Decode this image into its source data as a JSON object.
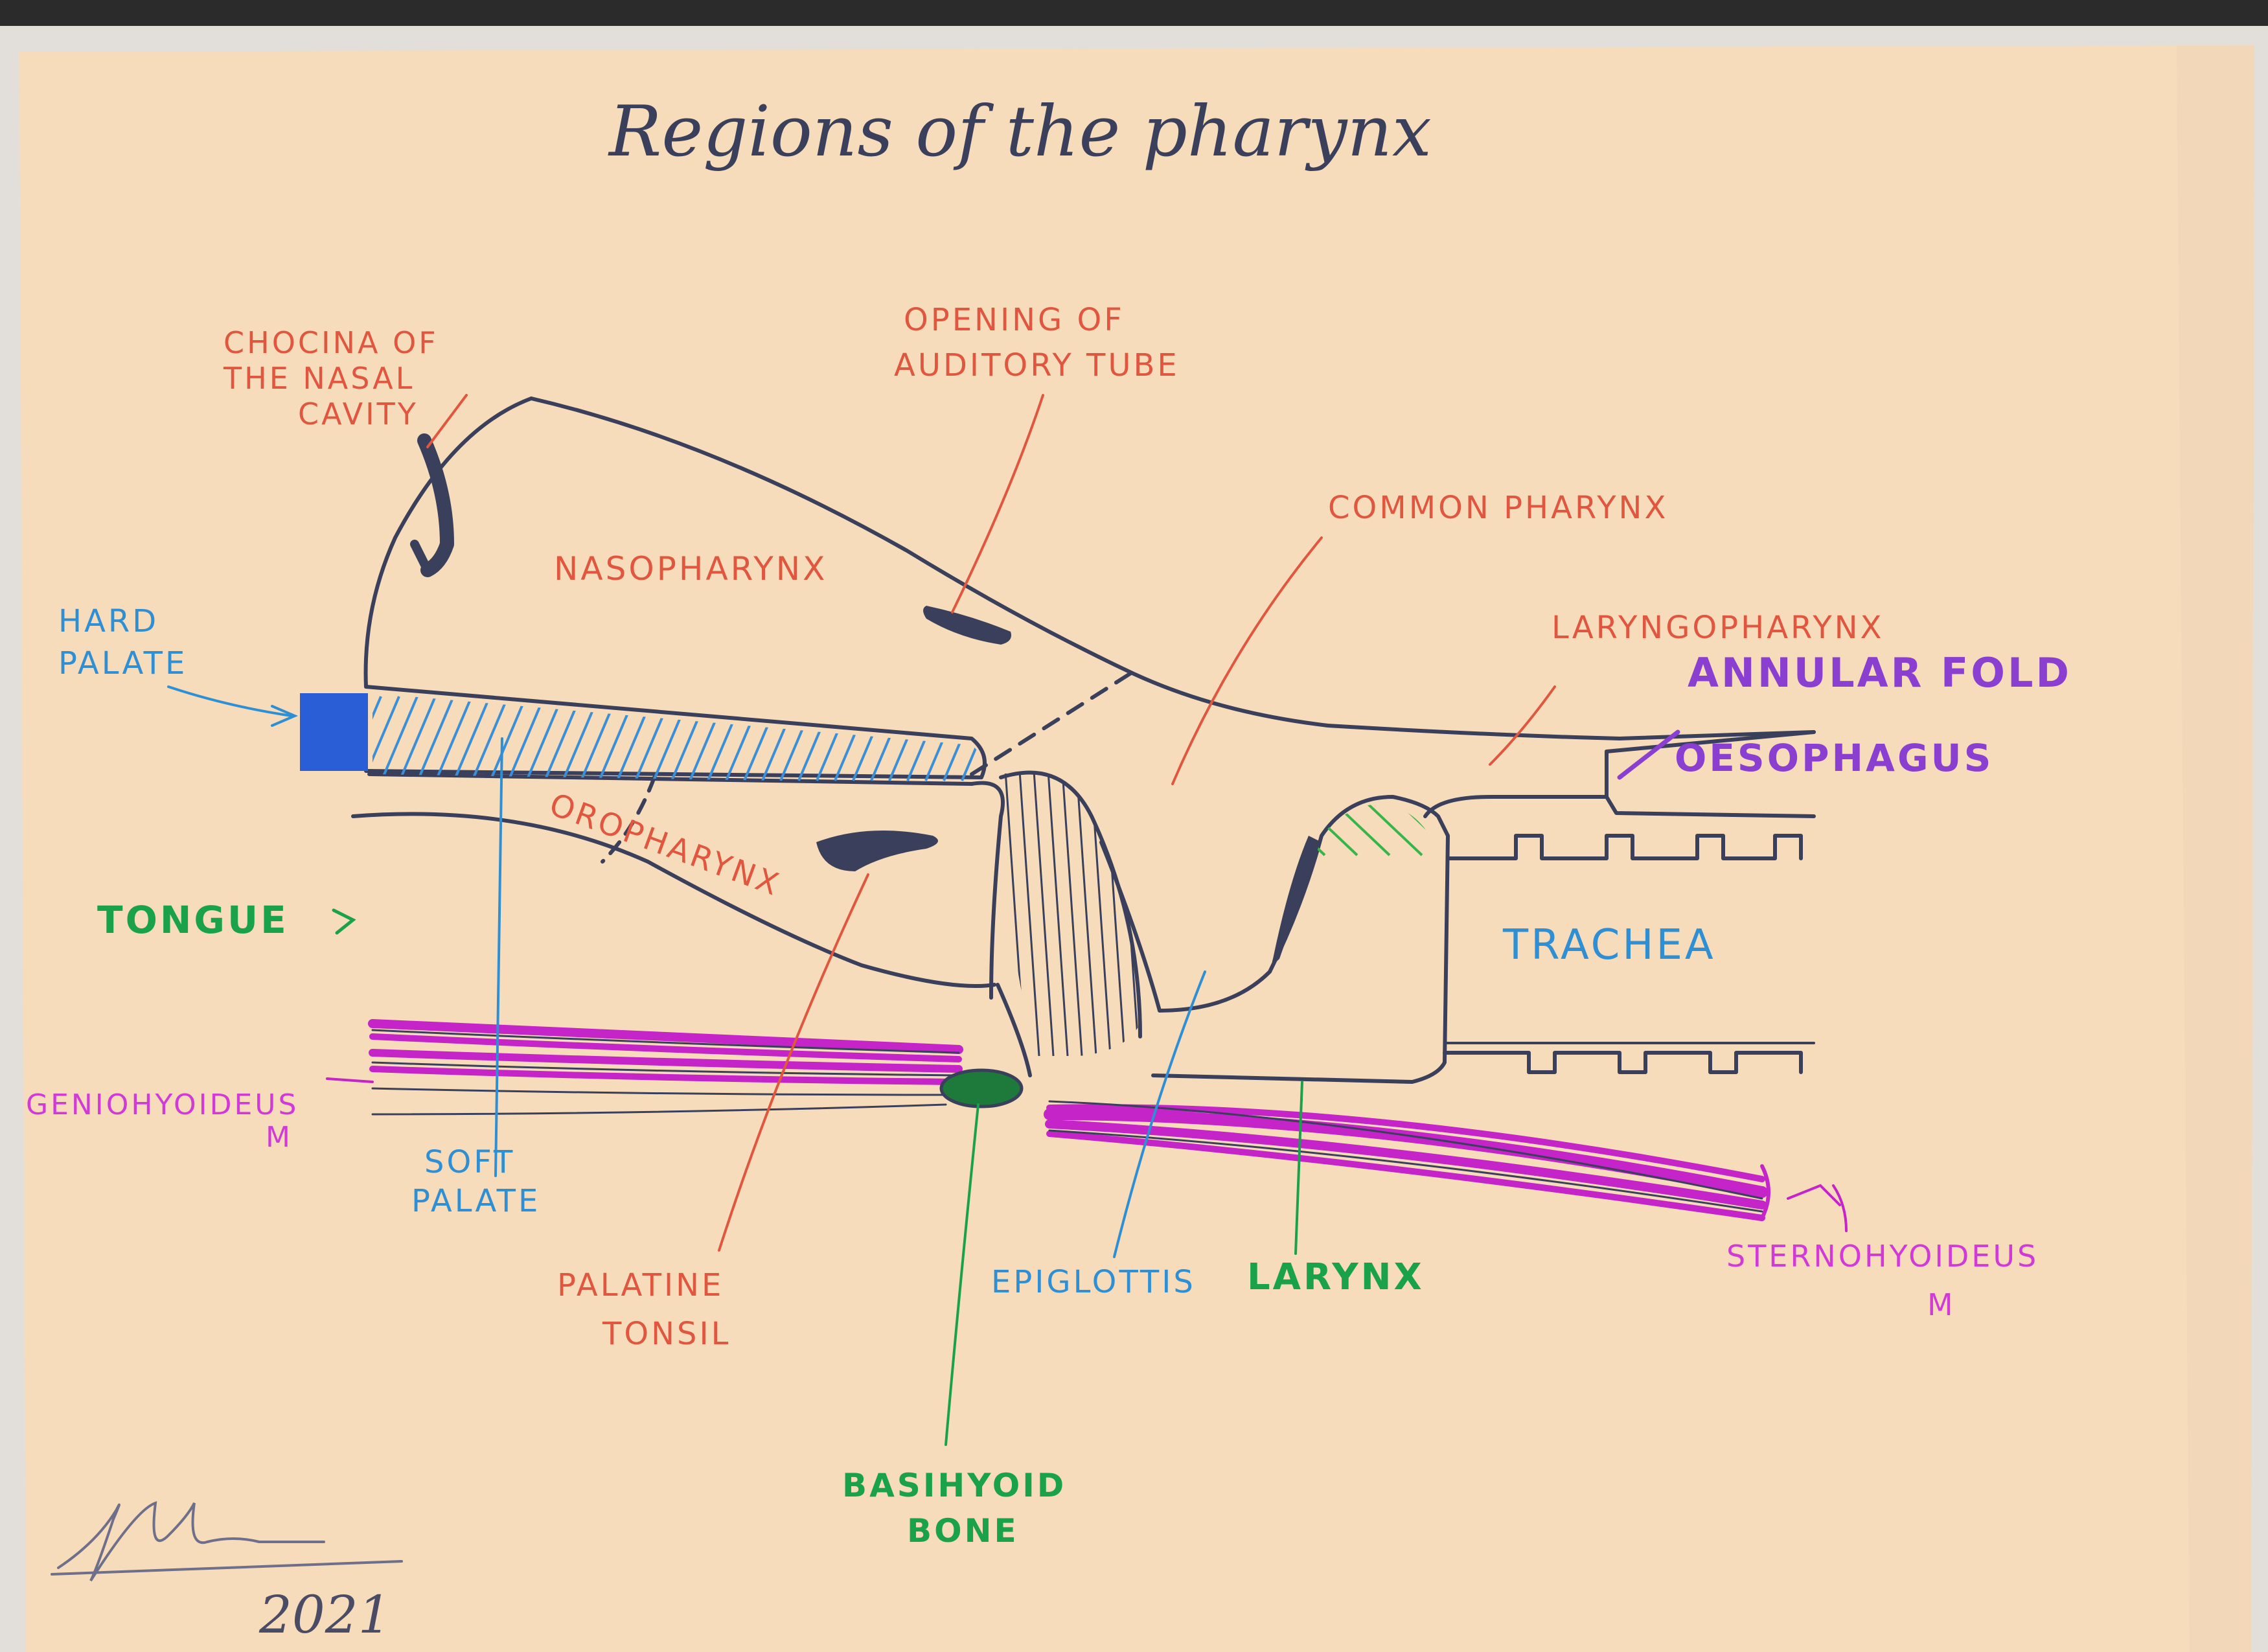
{
  "title": "Regions of the pharynx",
  "colors": {
    "paper": "#f6dcbb",
    "ink": "#3a3f5c",
    "red_label": "#e0563e",
    "blue_label": "#2f8fd4",
    "green_label": "#1aa24a",
    "magenta_label": "#d23ad8",
    "purple_label": "#8a3fd0",
    "hatch_blue": "#3a8fd6",
    "hatch_green": "#36b54a",
    "muscle_magenta": "#c424c8"
  },
  "labels": {
    "choana": [
      "CHOCINA OF",
      "THE NASAL",
      "CAVITY"
    ],
    "opening_auditory_tube": [
      "OPENING OF",
      "AUDITORY TUBE"
    ],
    "nasopharynx": "NASOPHARYNX",
    "common_pharynx": "COMMON PHARYNX",
    "laryngopharynx": "LARYNGOPHARYNX",
    "annular_fold": "ANNULAR FOLD",
    "oesophagus": "OESOPHAGUS",
    "hard_palate": [
      "HARD",
      "PALATE"
    ],
    "oropharynx": "OROPHARYNX",
    "tongue": "TONGUE",
    "trachea": "TRACHEA",
    "geniohyoideus": [
      "GENIOHYOIDEUS",
      "M"
    ],
    "soft_palate": [
      "SOFT",
      "PALATE"
    ],
    "palatine_tonsil": [
      "PALATINE",
      "TONSIL"
    ],
    "epiglottis": "EPIGLOTTIS",
    "larynx": "LARYNX",
    "sternohyoideus": [
      "STERNOHYOIDEUS",
      "M"
    ],
    "basihyoid_bone": [
      "BASIHYOID",
      "BONE"
    ],
    "tongue_arrow": "→"
  },
  "signature": {
    "year": "2021"
  }
}
